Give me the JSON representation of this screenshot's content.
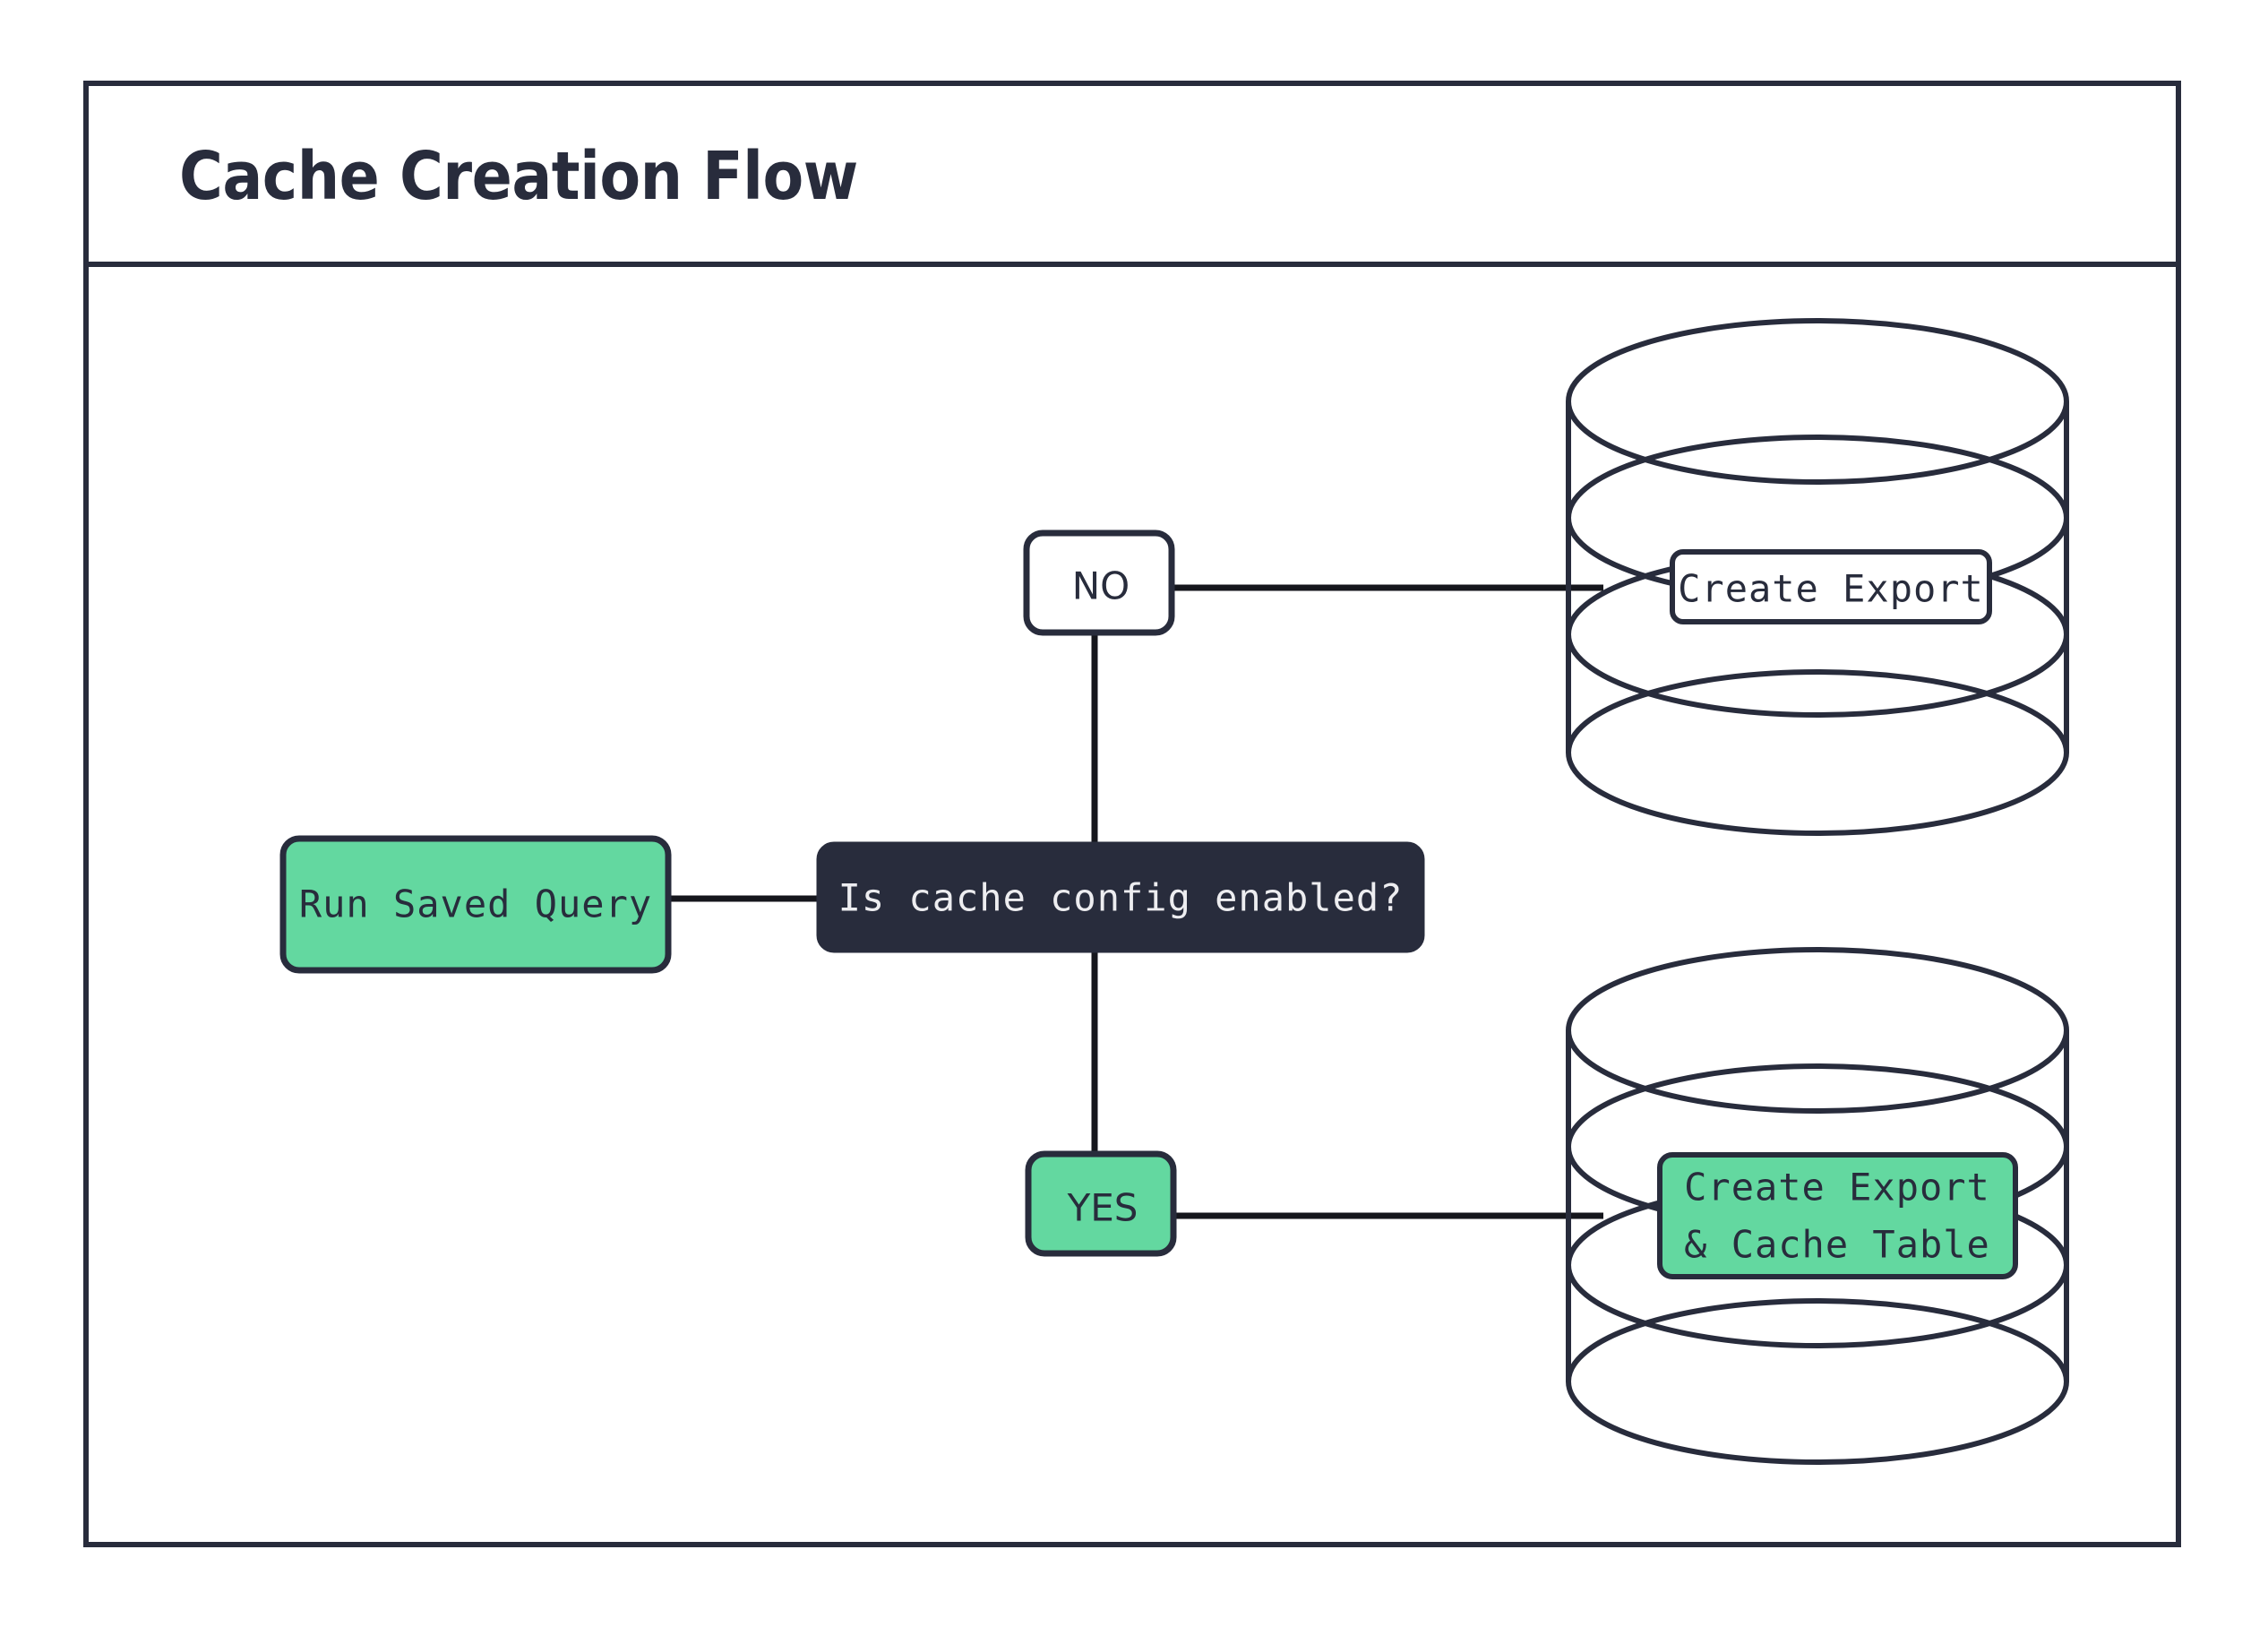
{
  "frame": {
    "title": "Cache Creation Flow"
  },
  "nodes": {
    "start": {
      "label": "Run Saved Query",
      "shape": "rounded-rect",
      "fill": "#63D8A0"
    },
    "decision": {
      "label": "Is cache config enabled?",
      "shape": "rounded-rect",
      "fill": "#282C3C",
      "text_color": "#EDEDF0"
    },
    "branch_no": {
      "label": "NO",
      "shape": "rounded-rect",
      "fill": "#FFFFFF"
    },
    "branch_yes": {
      "label": "YES",
      "shape": "rounded-rect",
      "fill": "#63D8A0"
    },
    "db_export": {
      "shape": "database-cylinder",
      "label": "Create Export",
      "label_fill": "#FFFFFF"
    },
    "db_export_cache": {
      "shape": "database-cylinder",
      "label_line1": "Create Export",
      "label_line2": "& Cache Table",
      "label_fill": "#63D8A0"
    }
  },
  "edges": [
    {
      "id": "edge-start-decision",
      "from": "start",
      "to": "decision"
    },
    {
      "id": "edge-decision-no",
      "from": "decision",
      "to": "branch_no"
    },
    {
      "id": "edge-no-db-export",
      "from": "branch_no",
      "to": "db_export"
    },
    {
      "id": "edge-decision-yes",
      "from": "decision",
      "to": "branch_yes"
    },
    {
      "id": "edge-yes-db-export-cache",
      "from": "branch_yes",
      "to": "db_export_cache"
    }
  ],
  "colors": {
    "ink": "#282C3C",
    "accent_green": "#63D8A0",
    "line": "#15161C",
    "surface": "#FFFFFF"
  }
}
